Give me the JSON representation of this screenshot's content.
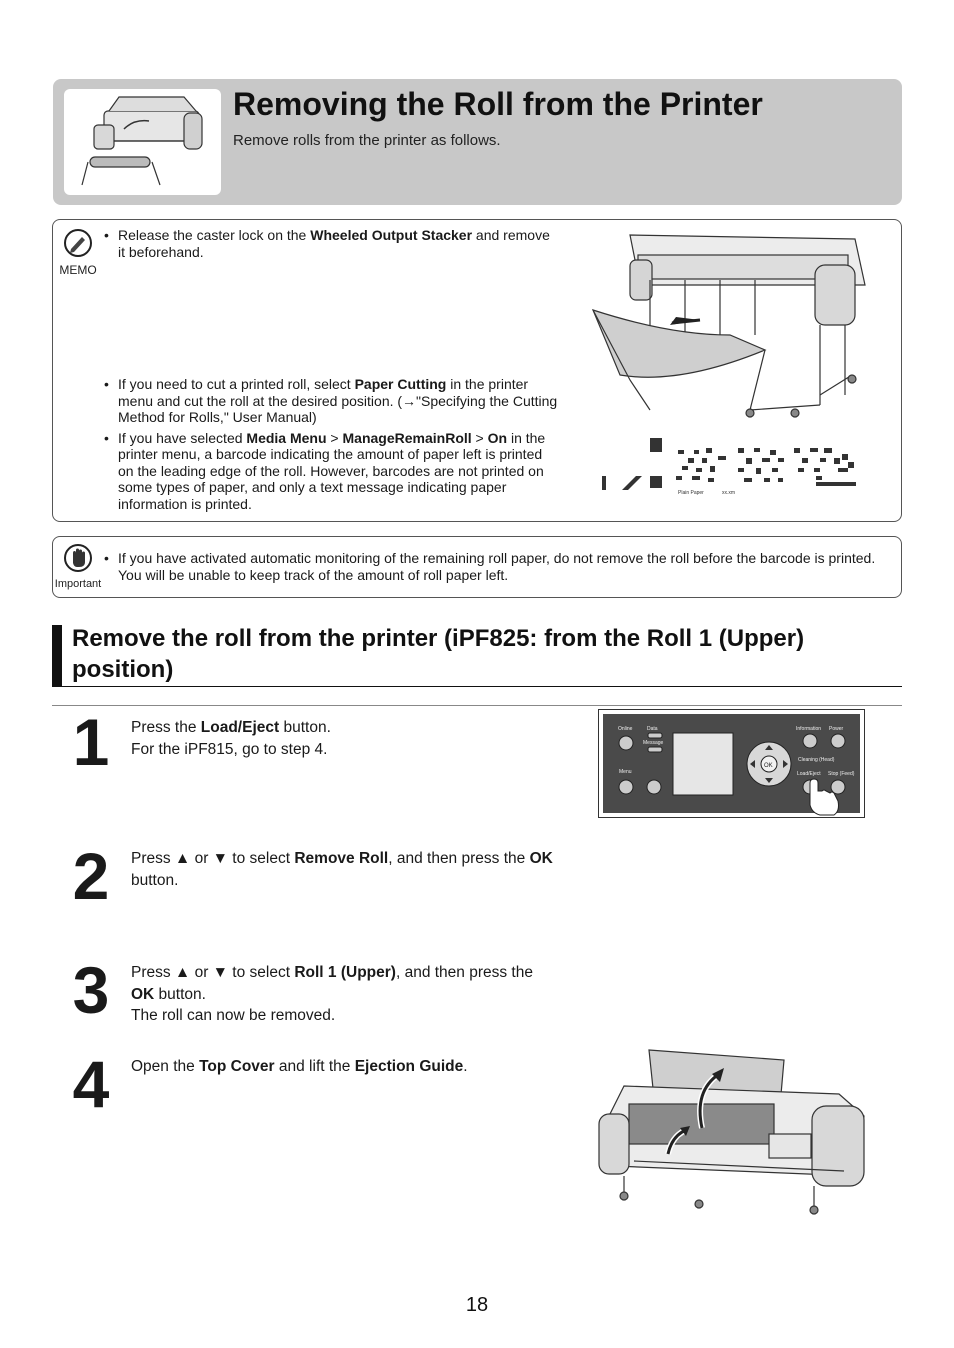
{
  "header": {
    "title": "Removing the Roll from the Printer",
    "subtitle": "Remove rolls from the printer as follows."
  },
  "memo": {
    "icon_label": "MEMO",
    "items": [
      {
        "pre": "Release the caster lock on the ",
        "b1": "Wheeled Output Stacker",
        "post": " and remove it beforehand."
      },
      {
        "pre": "If you need to cut a printed roll, select ",
        "b1": "Paper Cutting",
        "post": " in the printer menu and cut the roll at the desired position. (→\"Specifying the Cutting Method for Rolls,\" User Manual)"
      },
      {
        "pre": "If you have selected ",
        "b1": "Media Menu",
        "mid1": " > ",
        "b2": "ManageRemainRoll",
        "mid2": " > ",
        "b3": "On",
        "post": " in the printer menu, a barcode indicating the amount of paper left is printed on the leading edge of the roll. However, barcodes are not printed on some types of paper, and only a text message indicating paper information is printed."
      }
    ],
    "barcode_caption_left": "Plain Paper",
    "barcode_caption_right": "xx.xm"
  },
  "important": {
    "icon_label": "Important",
    "item": "If you have activated automatic monitoring of the remaining roll paper, do not remove the roll before the barcode is printed. You will be unable to keep track of the amount of roll paper left."
  },
  "section": {
    "title": "Remove the roll from the printer (iPF825: from the Roll 1 (Upper) position)"
  },
  "steps": [
    {
      "number": "1",
      "line1_pre": "Press the ",
      "line1_b": "Load/Eject",
      "line1_post": " button.",
      "line2": "For the iPF815, go to step 4."
    },
    {
      "number": "2",
      "pre": "Press ▲ or ▼ to select ",
      "b1": "Remove Roll",
      "mid": ", and then press the ",
      "b2": "OK",
      "post": " button."
    },
    {
      "number": "3",
      "pre": "Press ▲ or ▼ to select ",
      "b1": "Roll 1 (Upper)",
      "mid": ", and then press the ",
      "b2": "OK",
      "post": " button.",
      "line2": "The roll can now be removed."
    },
    {
      "number": "4",
      "pre": "Open the ",
      "b1": "Top Cover",
      "mid": " and lift the ",
      "b2": "Ejection Guide",
      "post": "."
    }
  ],
  "control_panel": {
    "labels": [
      "Online",
      "Data",
      "Message",
      "Menu",
      "Information",
      "Power",
      "Cleaning (Head)",
      "Load/Eject",
      "Stop (Feed)",
      "OK"
    ]
  },
  "page_number": "18"
}
